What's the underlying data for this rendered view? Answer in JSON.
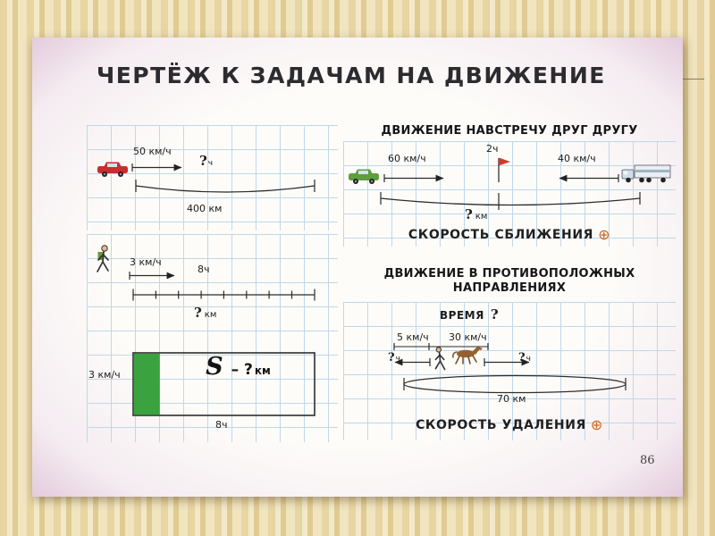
{
  "slide": {
    "title": "ЧЕРТЁЖ К ЗАДАЧАМ НА ДВИЖЕНИЕ",
    "page_number": "86"
  },
  "left": {
    "car": {
      "speed": "50 км/ч",
      "time_q": "?",
      "time_unit": "ч",
      "distance": "400 км"
    },
    "walker": {
      "speed": "3 км/ч",
      "time": "8ч",
      "dist_q": "?",
      "dist_unit": "км"
    },
    "rect": {
      "speed": "3 км/ч",
      "formula_s": "S",
      "formula_mid": "– ?",
      "formula_unit": "км",
      "time": "8ч"
    }
  },
  "right": {
    "towards": {
      "heading": "ДВИЖЕНИЕ НАВСТРЕЧУ ДРУГ ДРУГУ",
      "left_speed": "60 км/ч",
      "flag_time": "2ч",
      "right_speed": "40 км/ч",
      "dist_q": "?",
      "dist_unit": "км",
      "footer": "СКОРОСТЬ СБЛИЖЕНИЯ",
      "plus": "⊕"
    },
    "opposite": {
      "heading_line1": "ДВИЖЕНИЕ В ПРОТИВОПОЛОЖНЫХ",
      "heading_line2": "НАПРАВЛЕНИЯХ",
      "time_word": "ВРЕМЯ",
      "time_q": "?",
      "left_speed": "5 км/ч",
      "right_speed": "30 км/ч",
      "left_time_q": "?",
      "left_time_unit": "ч",
      "right_time_q": "?",
      "right_time_unit": "ч",
      "distance": "70 км",
      "footer": "СКОРОСТЬ УДАЛЕНИЯ",
      "plus": "⊕"
    }
  }
}
